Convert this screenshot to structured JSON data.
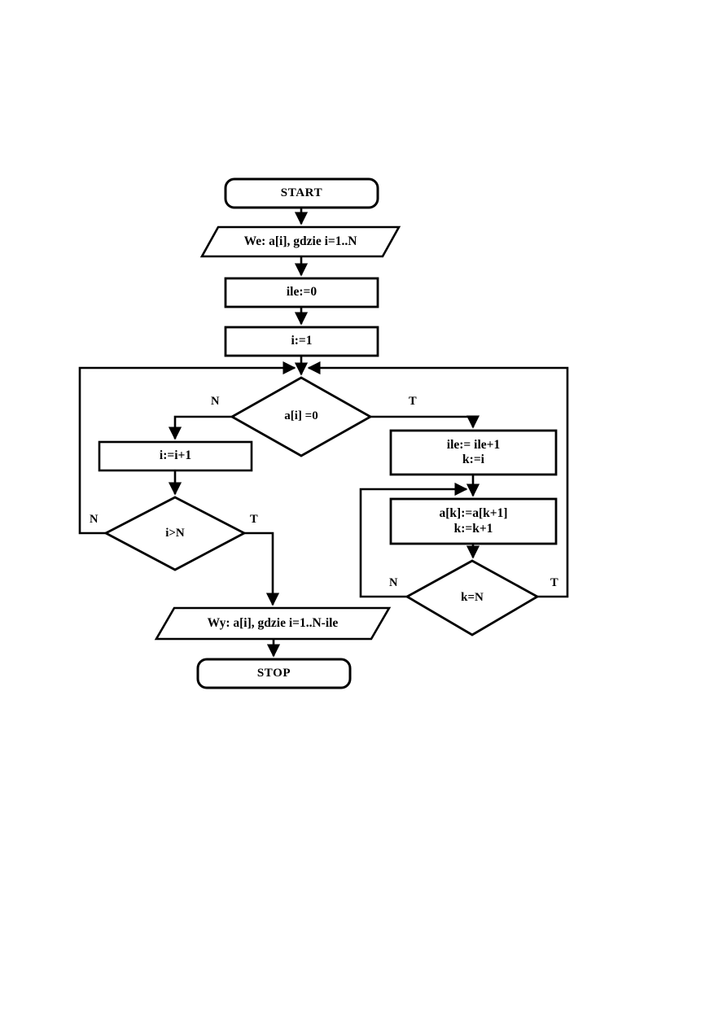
{
  "diagram": {
    "type": "flowchart",
    "language": "pl",
    "nodes": {
      "start": {
        "label": "START",
        "shape": "terminator"
      },
      "input": {
        "label": "We: a[i], gdzie i=1..N",
        "shape": "parallelogram"
      },
      "init_count": {
        "label": "ile:=0",
        "shape": "process"
      },
      "init_index": {
        "label": "i:=1",
        "shape": "process"
      },
      "check_zero": {
        "label": "a[i] =0",
        "shape": "decision"
      },
      "inc_index": {
        "label": "i:=i+1",
        "shape": "process"
      },
      "check_end": {
        "label": "i>N",
        "shape": "decision"
      },
      "count_block": {
        "line1": "ile:= ile+1",
        "line2": "k:=i",
        "shape": "process"
      },
      "shift_block": {
        "line1": "a[k]:=a[k+1]",
        "line2": "k:=k+1",
        "shape": "process"
      },
      "check_k": {
        "label": "k=N",
        "shape": "decision"
      },
      "output": {
        "label": "Wy: a[i], gdzie i=1..N-ile",
        "shape": "parallelogram"
      },
      "stop": {
        "label": "STOP",
        "shape": "terminator"
      }
    },
    "edge_labels": {
      "zero_no": "N",
      "zero_yes": "T",
      "end_no": "N",
      "end_yes": "T",
      "k_no": "N",
      "k_yes": "T"
    },
    "colors": {
      "stroke": "#000000",
      "fill": "#ffffff",
      "text": "#000000",
      "background": "#ffffff"
    }
  }
}
